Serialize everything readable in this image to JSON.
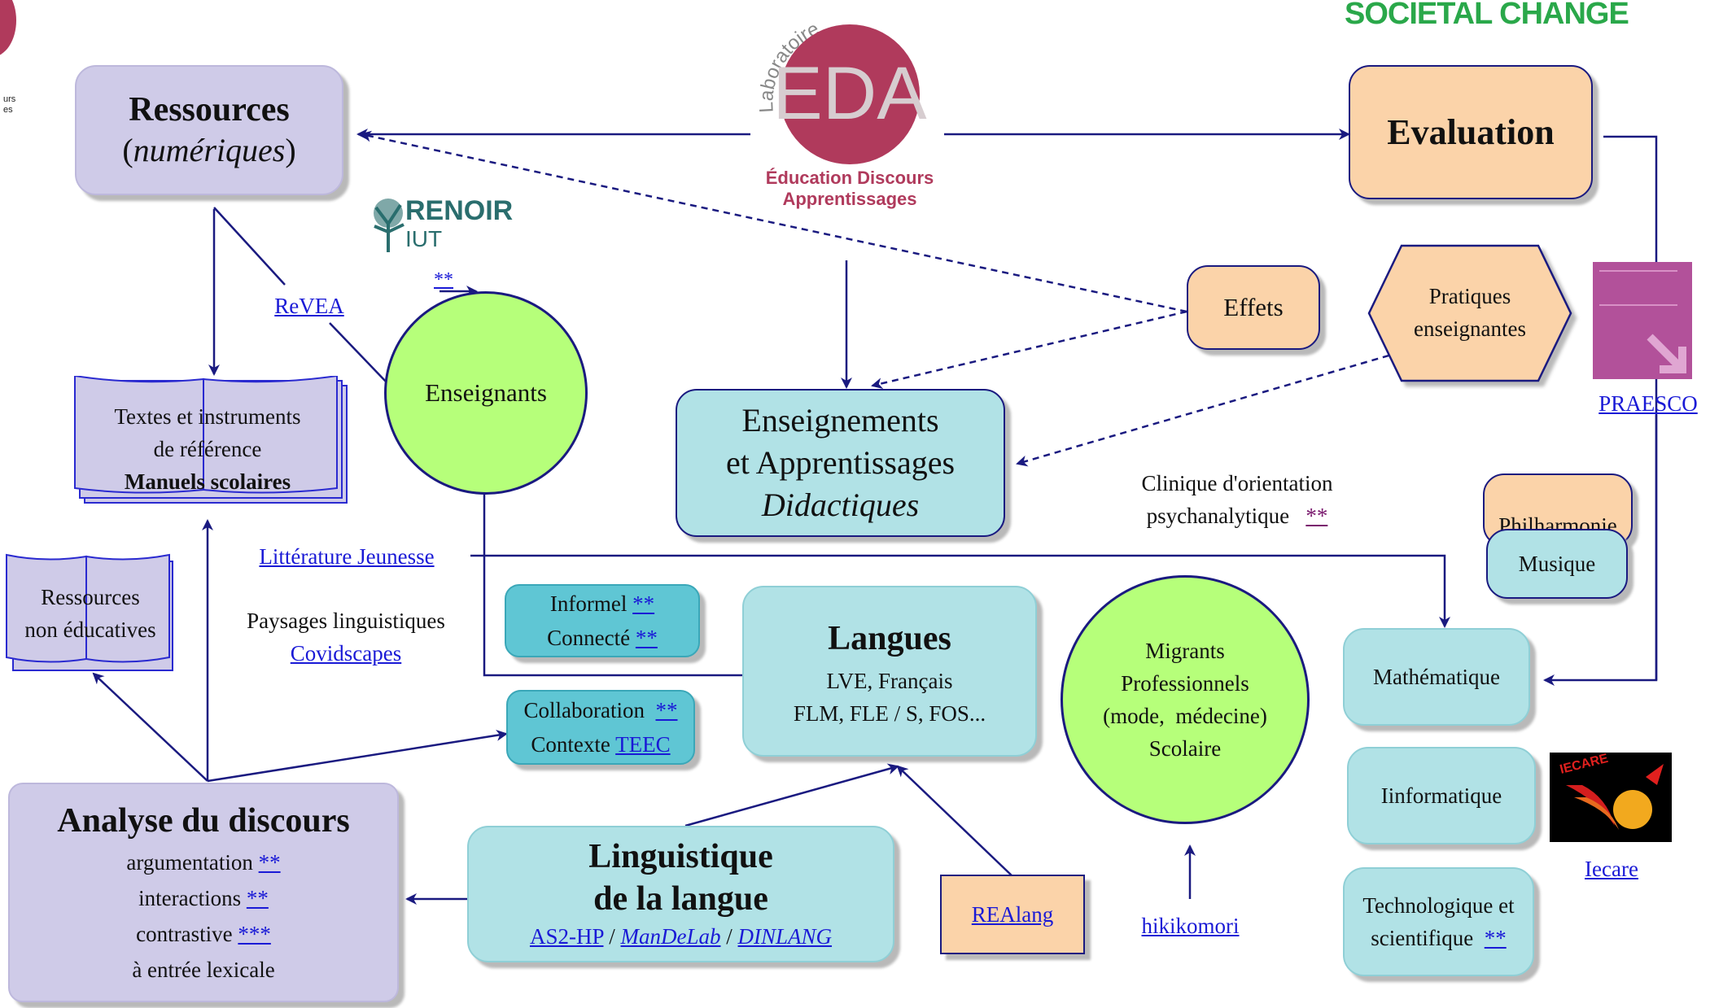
{
  "header": {
    "societal_change": "SOCIETAL CHANGE",
    "corner_fragment": "urs\nes"
  },
  "eda_logo": {
    "arc": "Laboratoire",
    "letters": "EDA",
    "line1": "Éducation Discours",
    "line2": "Apprentissages",
    "color": "#b03a5c"
  },
  "renoir_logo": {
    "name": "RENOIR",
    "sub": "IUT"
  },
  "nodes": {
    "ressources": {
      "title": "Ressources",
      "sub": "numériques"
    },
    "evaluation": {
      "title": "Evaluation"
    },
    "effets": {
      "label": "Effets"
    },
    "pratiques": {
      "line1": "Pratiques",
      "line2": "enseignantes"
    },
    "enseignants": {
      "label": "Enseignants",
      "star": "**"
    },
    "revea": {
      "label": "ReVEA"
    },
    "textes": {
      "line1": "Textes et instruments",
      "line2": "de référence",
      "line3": "Manuels scolaires"
    },
    "enseignements": {
      "line1": "Enseignements",
      "line2": "et Apprentissages",
      "line3": "Didactiques"
    },
    "clinique": {
      "line1": "Clinique d'orientation",
      "line2": "psychanalytique",
      "star": "**"
    },
    "praesco": {
      "label": "PRAESCO"
    },
    "philharmonie": {
      "label": "Philharmonie"
    },
    "musique": {
      "label": "Musique"
    },
    "litterature": {
      "label": "Littérature Jeunesse"
    },
    "ressources_non": {
      "line1": "Ressources",
      "line2": "non éducatives"
    },
    "paysages": {
      "line1": "Paysages linguistiques",
      "link": "Covidscapes"
    },
    "informel": {
      "line1": "Informel",
      "line2": "Connecté",
      "star": "**"
    },
    "collaboration": {
      "line1": "Collaboration",
      "line2": "Contexte",
      "star": "**",
      "teec": "TEEC"
    },
    "langues": {
      "title": "Langues",
      "line1": "LVE, Français",
      "line2": "FLM, FLE / S, FOS..."
    },
    "migrants": {
      "line1": "Migrants",
      "line2": "Professionnels",
      "line3": "(mode,  médecine)",
      "line4": "Scolaire"
    },
    "mathematique": {
      "label": "Mathématique"
    },
    "informatique": {
      "label": "Iinformatique"
    },
    "technologique": {
      "line1": "Technologique et",
      "line2": "scientifique",
      "star": "**"
    },
    "iecare": {
      "label": "Iecare",
      "logo_text": "IECARE"
    },
    "analyse": {
      "title": "Analyse du discours",
      "l1": "argumentation",
      "l2": "interactions",
      "l3": "contrastive",
      "l4": "à entrée lexicale",
      "s2": "**",
      "s3": "***"
    },
    "linguistique": {
      "line1": "Linguistique",
      "line2": "de la langue",
      "a": "AS2-HP",
      "b": "ManDeLab",
      "c": "DINLANG",
      "sep": "/"
    },
    "realang": {
      "label": "REAlang"
    },
    "hikikomori": {
      "label": "hikikomori"
    }
  }
}
